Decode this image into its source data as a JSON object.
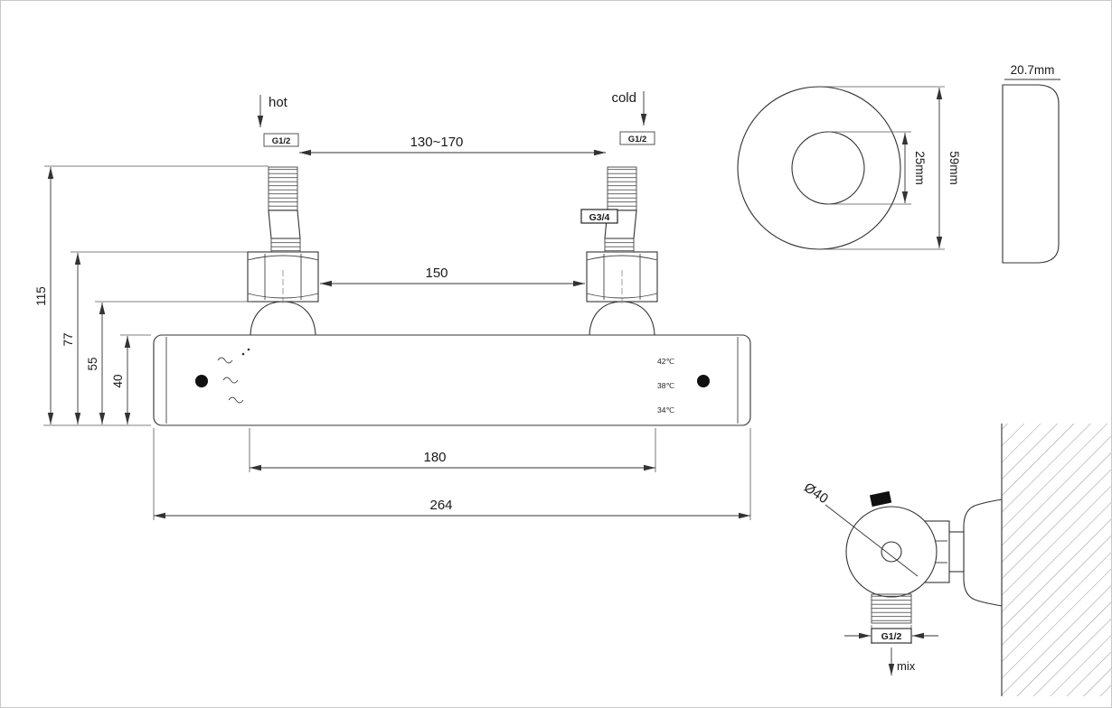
{
  "front_view": {
    "hot_label": "hot",
    "cold_label": "cold",
    "inlet_thread_left": "G1/2",
    "inlet_thread_right": "G1/2",
    "union_thread": "G3/4",
    "dim_inlet_adjust": "130~170",
    "dim_union_spacing": "150",
    "dim_mount_span": "180",
    "dim_overall_width": "264",
    "dim_total_height": "115",
    "dim_nut_height": "77",
    "dim_base_height": "55",
    "dim_body_diameter": "40",
    "temps": [
      "42℃",
      "38℃",
      "34℃"
    ]
  },
  "flange_view": {
    "dim_outer_diameter": "59mm",
    "dim_inner_diameter": "25mm",
    "dim_depth": "20.7mm"
  },
  "side_view": {
    "dim_body_diameter": "Ø40",
    "outlet_thread": "G1/2",
    "mix_label": "mix"
  }
}
